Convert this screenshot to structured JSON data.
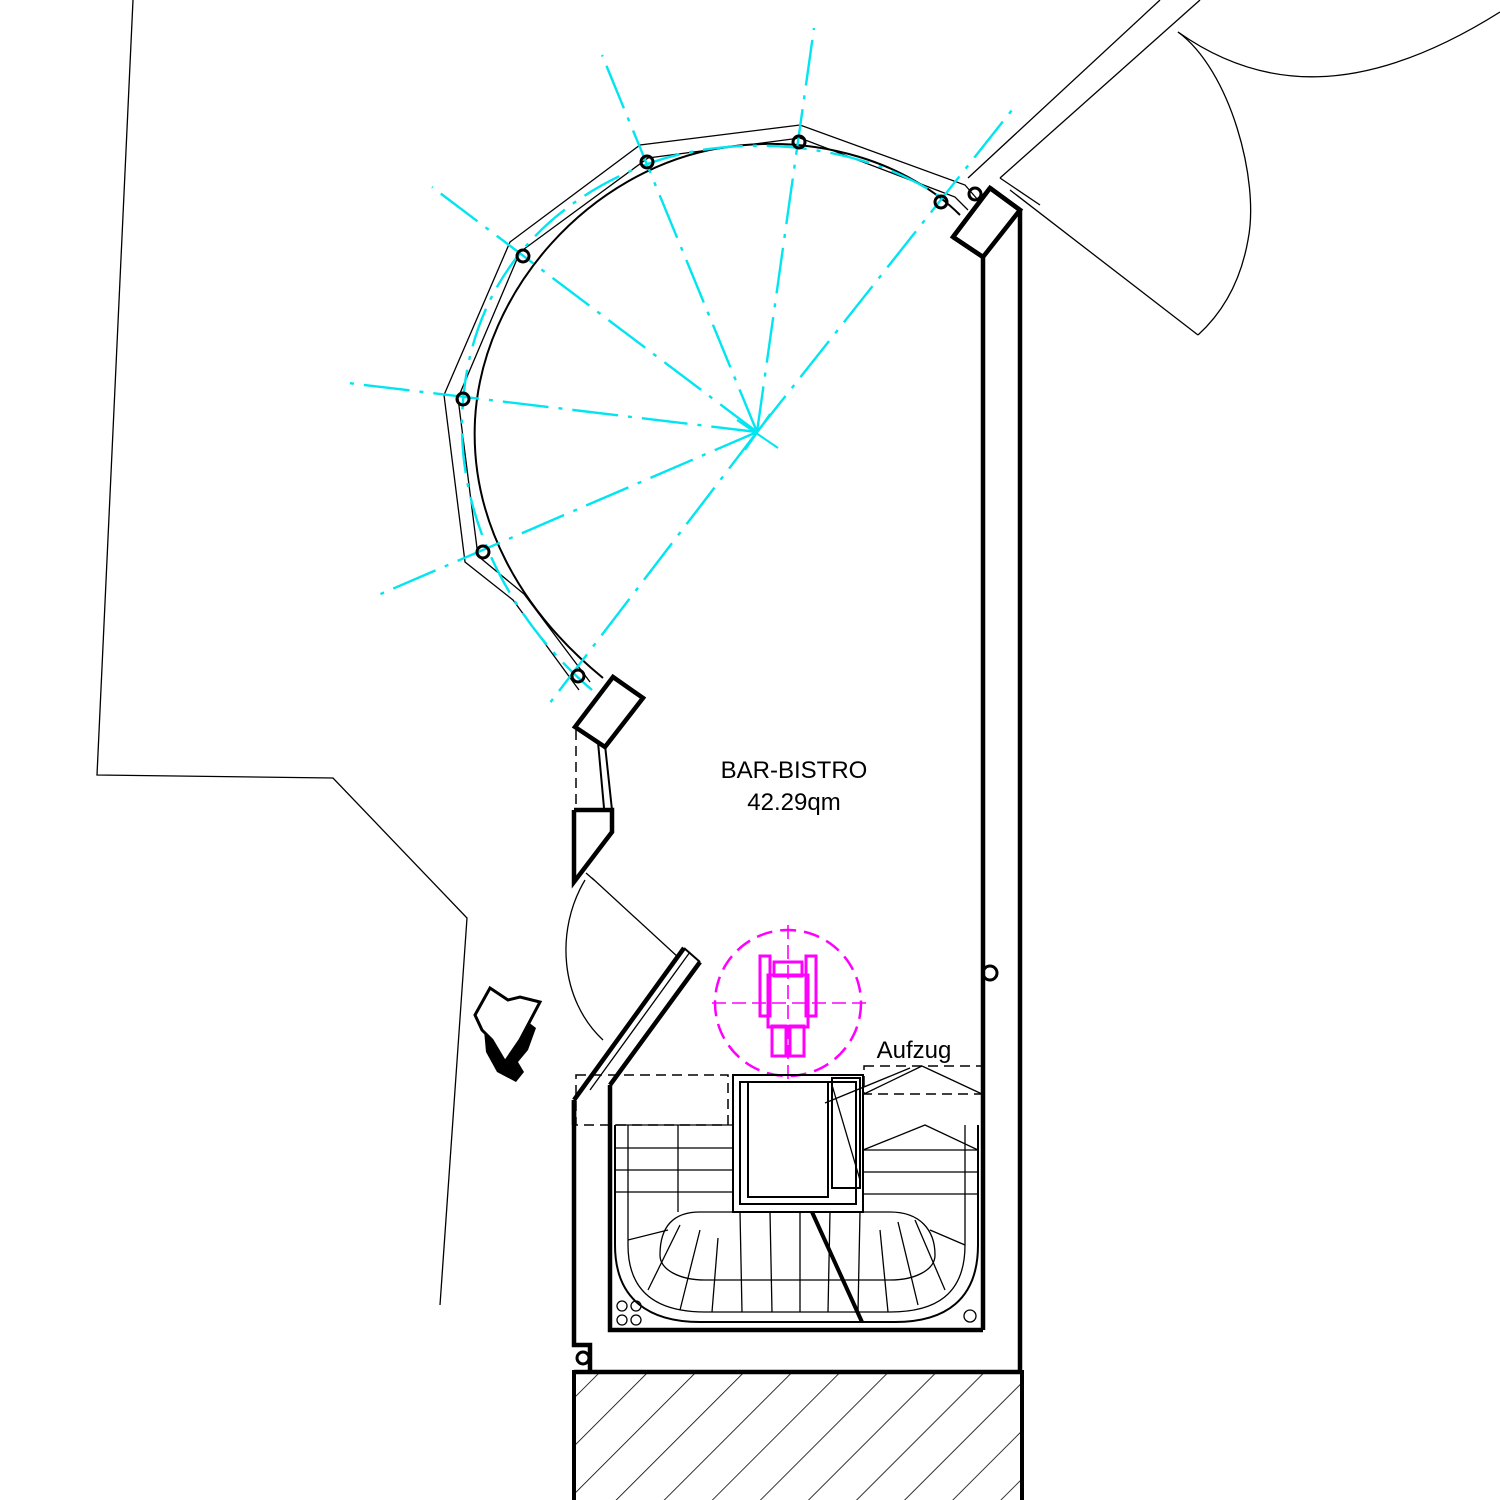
{
  "room": {
    "name": "BAR-BISTRO",
    "area": "42.29qm"
  },
  "elevator": {
    "label": "Aufzug"
  },
  "colors": {
    "axis": "#00e5f0",
    "wheelchair": "#ff00ff",
    "line": "#000000"
  },
  "icons": {
    "entrance": "entrance-arrow-icon",
    "wheelchair": "wheelchair-icon"
  }
}
